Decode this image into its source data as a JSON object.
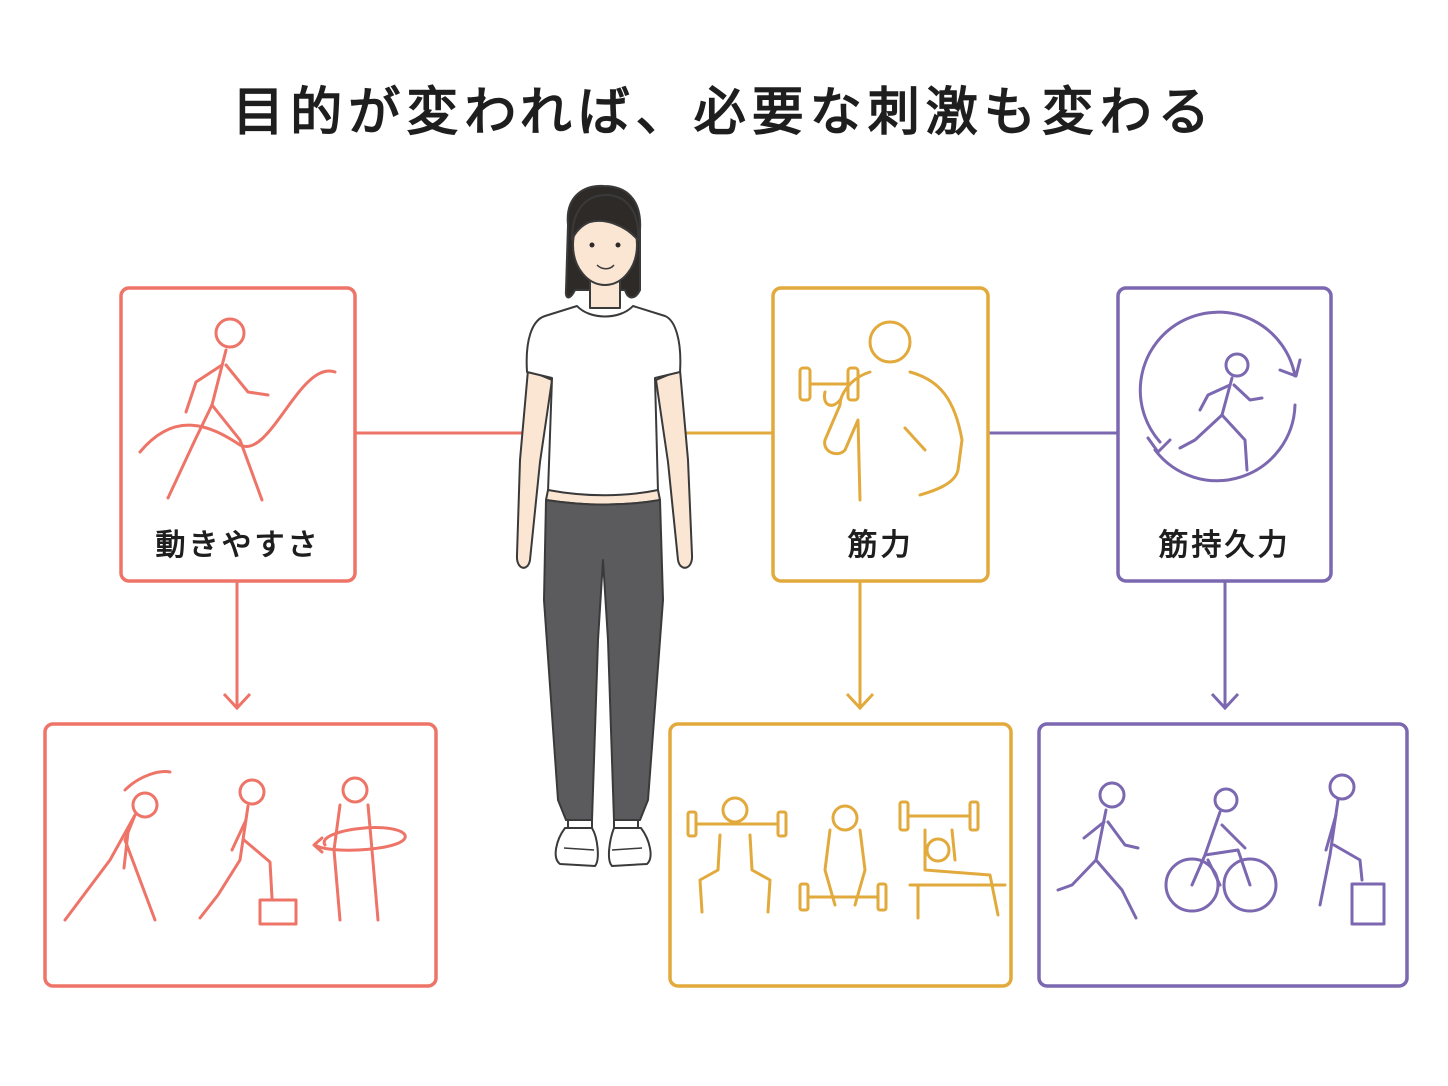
{
  "title": "目的が変われば、必要な刺激も変わる",
  "goals": [
    {
      "label": "動きやすさ",
      "color": "#ee7468",
      "icon": "running-wave-icon",
      "examples": [
        "side-stretch-icon",
        "step-up-icon",
        "torso-twist-icon"
      ]
    },
    {
      "label": "筋力",
      "color": "#e2aa3c",
      "icon": "dumbbell-curl-icon",
      "examples": [
        "squat-icon",
        "deadlift-icon",
        "bench-press-icon"
      ]
    },
    {
      "label": "筋持久力",
      "color": "#7b68b0",
      "icon": "running-cycle-icon",
      "examples": [
        "running-icon",
        "cycling-icon",
        "step-up-icon"
      ]
    }
  ],
  "colors": {
    "skin": "#fbe6d3",
    "hair": "#2e2a28",
    "leggings": "#5b5b5d",
    "outline": "#3a3a3a"
  }
}
